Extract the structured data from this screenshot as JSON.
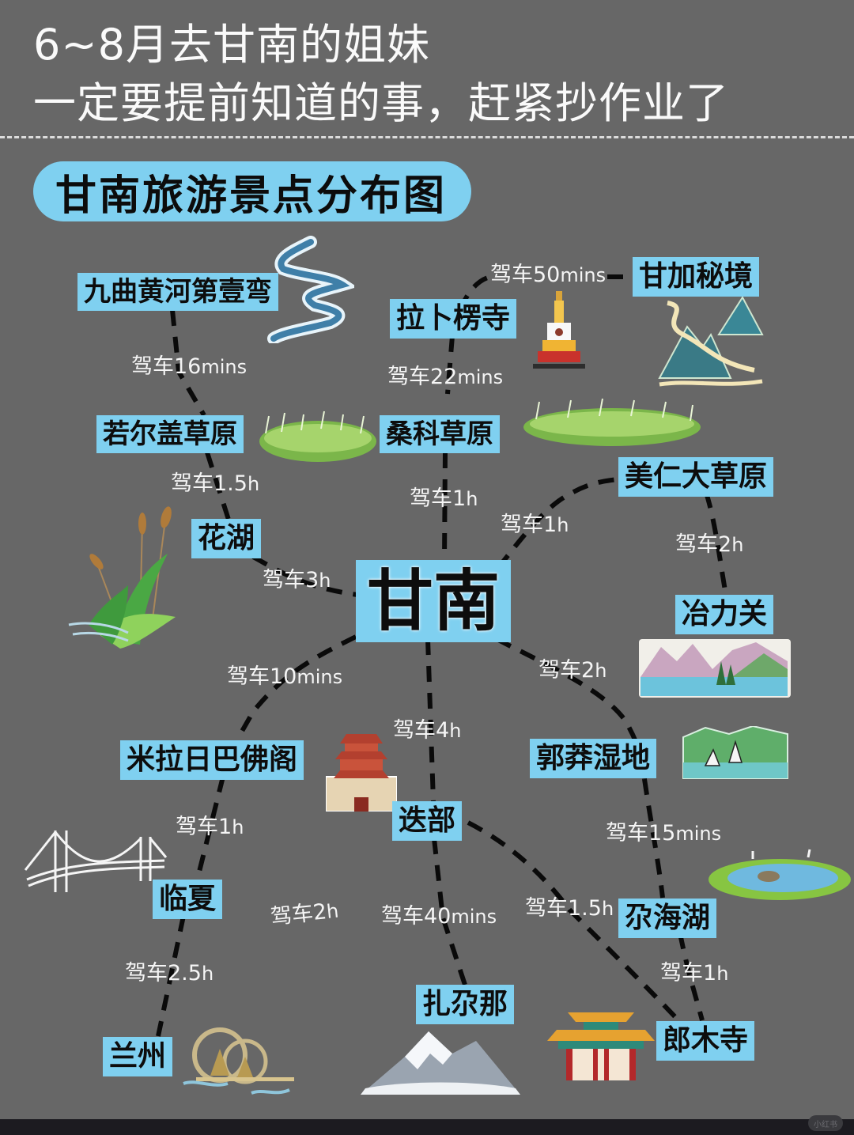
{
  "header": {
    "line1": "6~8月去甘南的姐妹",
    "line2": "一定要提前知道的事，赶紧抄作业了"
  },
  "map_title": "甘南旅游景点分布图",
  "colors": {
    "background": "#676767",
    "label_bg": "#7fd0f0",
    "label_text": "#0d0d0d",
    "route_line": "#0a0a0a",
    "drive_text": "#f5f5f5"
  },
  "hub": {
    "name": "甘南"
  },
  "places": {
    "jiuqu": "九曲黄河第壹弯",
    "labuleng": "拉卜楞寺",
    "ganjia": "甘加秘境",
    "ruoergai": "若尔盖草原",
    "sangke": "桑科草原",
    "meiren": "美仁大草原",
    "huahu": "花湖",
    "yeliguan": "冶力关",
    "milarepa": "米拉日巴佛阁",
    "guomang": "郭莽湿地",
    "diebu": "迭部",
    "linxia": "临夏",
    "gahai": "尕海湖",
    "zhagana": "扎尕那",
    "langmu": "郎木寺",
    "lanzhou": "兰州"
  },
  "drives": {
    "jiuqu_ruoergai": {
      "prefix": "驾车",
      "num": "16",
      "unit": "mins"
    },
    "labuleng_ganjia": {
      "prefix": "驾车",
      "num": "50",
      "unit": "mins"
    },
    "sangke_labuleng": {
      "prefix": "驾车",
      "num": "22",
      "unit": "mins"
    },
    "ruoergai_huahu": {
      "prefix": "驾车",
      "num": "1.5",
      "unit": "h"
    },
    "hub_sangke": {
      "prefix": "驾车",
      "num": "1",
      "unit": "h"
    },
    "hub_meiren": {
      "prefix": "驾车",
      "num": "1",
      "unit": "h"
    },
    "meiren_yeliguan": {
      "prefix": "驾车",
      "num": "2",
      "unit": "h"
    },
    "huahu_hub": {
      "prefix": "驾车",
      "num": "3",
      "unit": "h"
    },
    "hub_milarepa": {
      "prefix": "驾车",
      "num": "10",
      "unit": "mins"
    },
    "hub_guomang": {
      "prefix": "驾车",
      "num": "2",
      "unit": "h"
    },
    "hub_diebu": {
      "prefix": "驾车",
      "num": "4",
      "unit": "h"
    },
    "milarepa_linxia": {
      "prefix": "驾车",
      "num": "1",
      "unit": "h"
    },
    "guomang_gahai": {
      "prefix": "驾车",
      "num": "15",
      "unit": "mins"
    },
    "linxia_diebu": {
      "prefix": "驾车",
      "num": "2",
      "unit": "h"
    },
    "diebu_zhagana": {
      "prefix": "驾车",
      "num": "40",
      "unit": "mins"
    },
    "diebu_langmu": {
      "prefix": "驾车",
      "num": "1.5",
      "unit": "h"
    },
    "gahai_langmu": {
      "prefix": "驾车",
      "num": "1",
      "unit": "h"
    },
    "linxia_lanzhou": {
      "prefix": "驾车",
      "num": "2.5",
      "unit": "h"
    }
  },
  "illustrations": [
    "yellow-river-bend-icon",
    "stupa-icon",
    "mountains-icon",
    "grassland-icon",
    "grassland-icon",
    "cattail-icon",
    "lake-mountains-icon",
    "pagoda-icon",
    "wetland-cranes-icon",
    "bridge-icon",
    "pond-icon",
    "snow-mountain-icon",
    "temple-gate-icon",
    "waterwheel-icon"
  ],
  "watermark": "小红书"
}
